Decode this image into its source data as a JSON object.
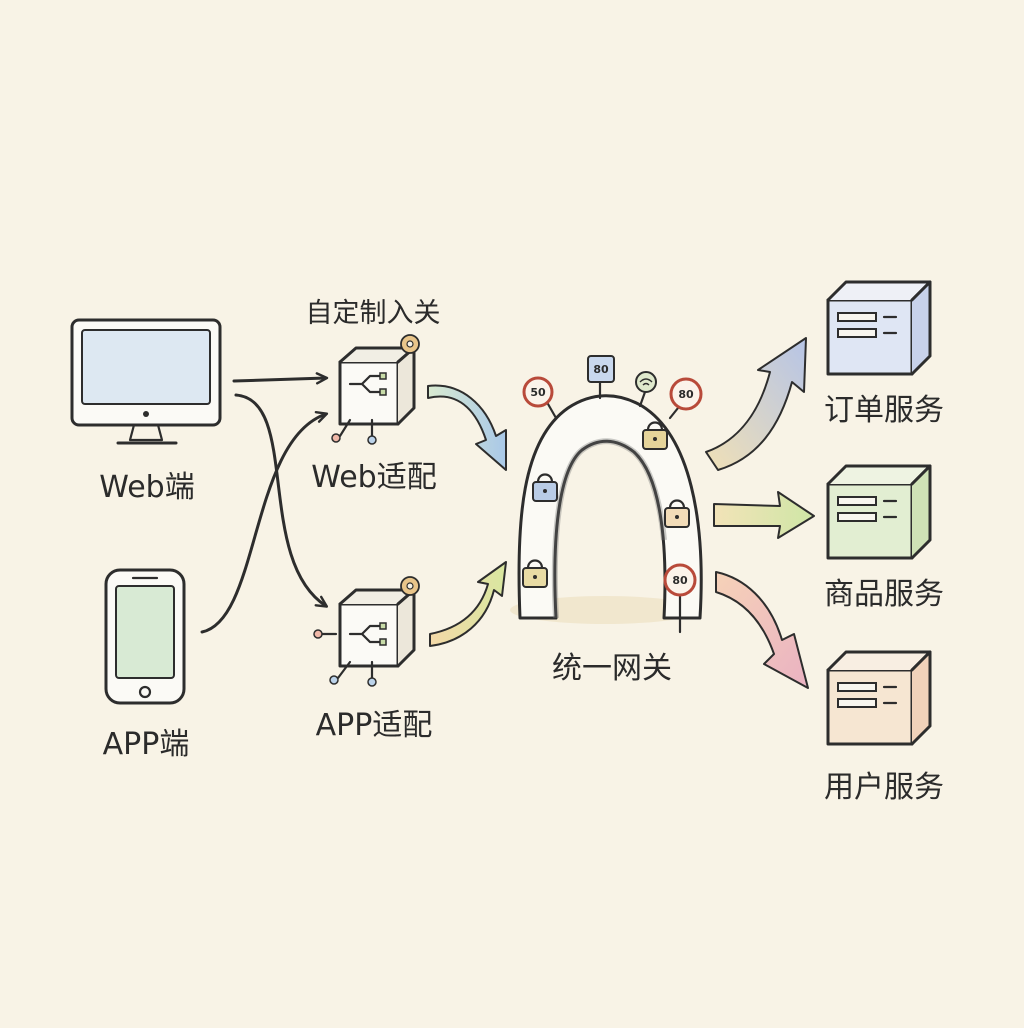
{
  "diagram": {
    "clients": [
      {
        "id": "web",
        "label": "Web端",
        "icon": "monitor-icon"
      },
      {
        "id": "app",
        "label": "APP端",
        "icon": "phone-icon"
      }
    ],
    "custom_gateway_label": "自定制入关",
    "adapters": [
      {
        "id": "web-adapter",
        "label": "Web适配",
        "icon": "adapter-cube-icon"
      },
      {
        "id": "app-adapter",
        "label": "APP适配",
        "icon": "adapter-cube-icon"
      }
    ],
    "gateway": {
      "label": "统一网关",
      "icon": "gateway-arch-icon",
      "signs": [
        "50",
        "80",
        "80",
        "80"
      ]
    },
    "services": [
      {
        "id": "order",
        "label": "订单服务",
        "icon": "server-icon",
        "color": "#cfd8ee"
      },
      {
        "id": "product",
        "label": "商品服务",
        "icon": "server-icon",
        "color": "#d9e9c6"
      },
      {
        "id": "user",
        "label": "用户服务",
        "icon": "server-icon",
        "color": "#f4dcc4"
      }
    ],
    "colors": {
      "ink": "#2d2d2d",
      "background": "#f8f3e6",
      "arrow_blue": "#aebde0",
      "arrow_green": "#cfe3a4",
      "arrow_pink": "#efb8b0"
    }
  }
}
